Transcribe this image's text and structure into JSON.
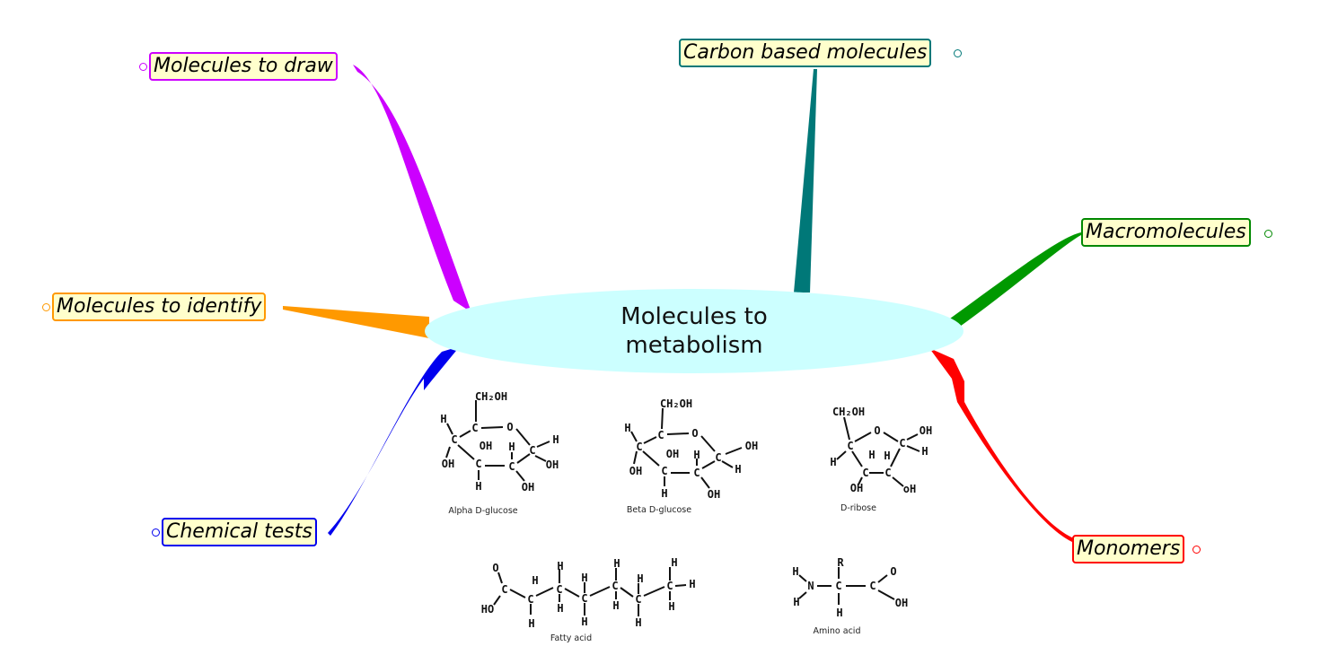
{
  "center": {
    "title": "Molecules to\nmetabolism"
  },
  "nodes": {
    "draw": {
      "label": "Molecules to draw",
      "color": "#cc00ff"
    },
    "carbon": {
      "label": "Carbon based molecules",
      "color": "#007878"
    },
    "macro": {
      "label": "Macromolecules",
      "color": "#008800"
    },
    "identify": {
      "label": "Molecules to identify",
      "color": "#ff9900"
    },
    "tests": {
      "label": "Chemical tests",
      "color": "#0000ee"
    },
    "monomers": {
      "label": "Monomers",
      "color": "#ff0000"
    }
  },
  "molecules": {
    "alpha": {
      "caption": "Alpha D-glucose",
      "atoms": [
        "CH₂OH",
        "H",
        "C",
        "O",
        "C",
        "OH",
        "H",
        "C",
        "H",
        "OH",
        "C",
        "C",
        "OH",
        "H",
        "OH"
      ]
    },
    "beta": {
      "caption": "Beta D-glucose",
      "atoms": [
        "CH₂OH",
        "H",
        "C",
        "O",
        "C",
        "OH",
        "H",
        "C",
        "OH",
        "OH",
        "C",
        "C",
        "H",
        "H",
        "OH"
      ]
    },
    "ribose": {
      "caption": "D-ribose",
      "atoms": [
        "CH₂OH",
        "O",
        "C",
        "H",
        "C",
        "OH",
        "H",
        "H",
        "H",
        "C",
        "C",
        "OH",
        "oH"
      ]
    },
    "fatty": {
      "caption": "Fatty acid",
      "atoms": [
        "O",
        "C",
        "HO",
        "H",
        "C",
        "H",
        "H",
        "C",
        "H",
        "H",
        "C",
        "H",
        "H",
        "C",
        "H",
        "H",
        "C",
        "H",
        "H",
        "C",
        "H",
        "H"
      ]
    },
    "amino": {
      "caption": "Amino acid",
      "atoms": [
        "H",
        "N",
        "H",
        "R",
        "C",
        "H",
        "C",
        "O",
        "OH"
      ]
    }
  }
}
